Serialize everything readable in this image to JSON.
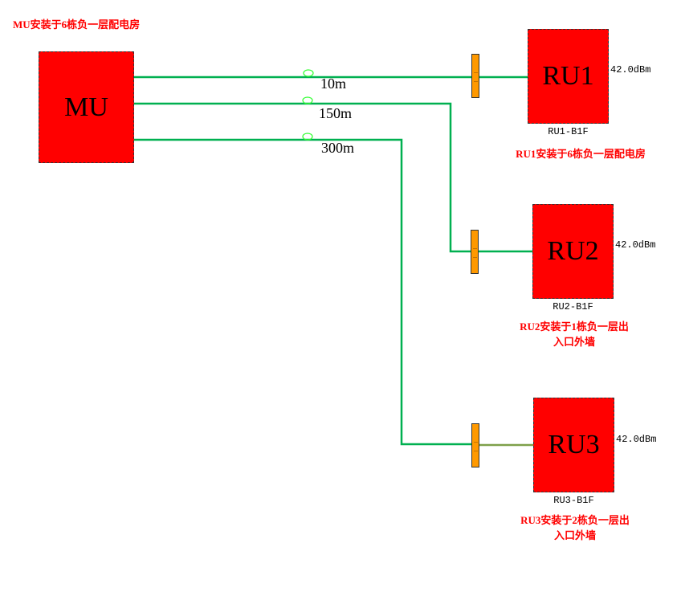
{
  "mu": {
    "label": "MU",
    "note": "MU安装于6栋负一层配电房"
  },
  "cables": [
    {
      "length": "10m",
      "to": "RU1"
    },
    {
      "length": "150m",
      "to": "RU2"
    },
    {
      "length": "300m",
      "to": "RU3"
    }
  ],
  "rus": [
    {
      "label": "RU1",
      "tag": "RU1-B1F",
      "power": "42.0dBm",
      "note_lines": [
        "RU1安装于6栋负一层配电房"
      ]
    },
    {
      "label": "RU2",
      "tag": "RU2-B1F",
      "power": "42.0dBm",
      "note_lines": [
        "RU2安装于1栋负一层出",
        "入口外墙"
      ]
    },
    {
      "label": "RU3",
      "tag": "RU3-B1F",
      "power": "42.0dBm",
      "note_lines": [
        "RU3安装于2栋负一层出",
        "入口外墙"
      ]
    }
  ],
  "colors": {
    "unit_fill": "#ff0000",
    "fiber": "#00b050",
    "fiber_ru3_tail": "#7ea04a",
    "loop": "#33ff33",
    "splitter": "#ff9900",
    "note_text": "#ff0000"
  }
}
